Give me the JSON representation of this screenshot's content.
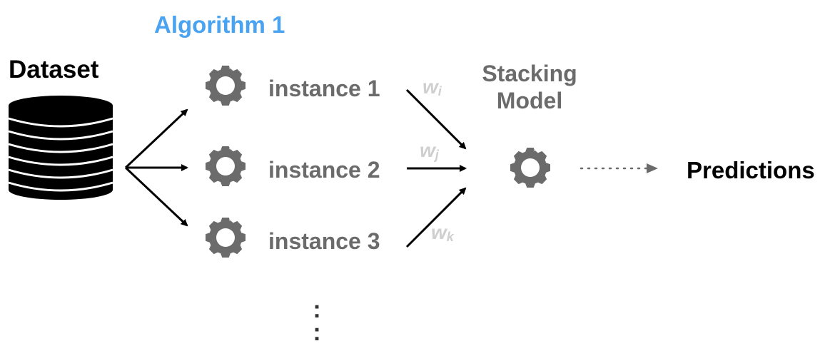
{
  "algorithm_title": "Algorithm 1",
  "dataset_label": "Dataset",
  "instances": [
    {
      "label": "instance 1"
    },
    {
      "label": "instance 2"
    },
    {
      "label": "instance 3"
    }
  ],
  "weights": [
    {
      "base": "w",
      "sub": "i"
    },
    {
      "base": "w",
      "sub": "j"
    },
    {
      "base": "w",
      "sub": "k"
    }
  ],
  "stacking_model": {
    "line1": "Stacking",
    "line2": "Model"
  },
  "predictions_label": "Predictions",
  "continuation": ":\n:",
  "colors": {
    "algorithm_title": "#4aa3f0",
    "gear": "#6b6b6b",
    "instance_text": "#6b6b6b",
    "weight_text": "#cfcfcf",
    "database": "#000000",
    "arrow": "#000000",
    "dotted_arrow": "#6b6b6b"
  },
  "icons": {
    "dataset": "database-icon",
    "instances": "gear-icon",
    "stacking_model": "gear-icon"
  }
}
